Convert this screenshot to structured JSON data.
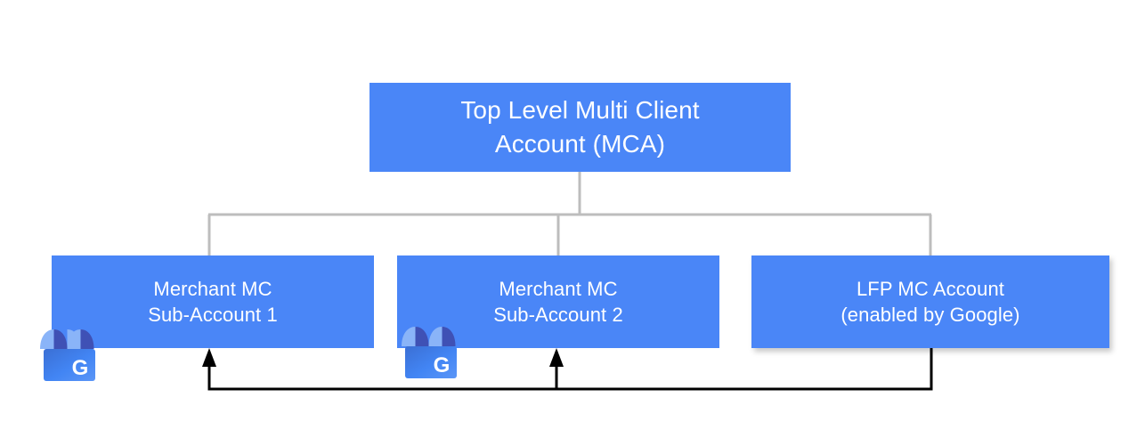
{
  "diagram": {
    "title_semantic": "google-merchant-center-account-hierarchy",
    "colors": {
      "node_fill": "#4a86f7",
      "node_text": "#ffffff",
      "hierarchy_line": "#bdbdbd",
      "feedback_arrow": "#000000",
      "icon_blue": "#4285f4",
      "icon_awning_light": "#8ab4f8",
      "icon_awning_dark": "#3f51b5"
    },
    "nodes": [
      {
        "id": "top",
        "label": "Top Level Multi Client\nAccount (MCA)",
        "line1": "Top Level Multi Client",
        "line2": "Account (MCA)"
      },
      {
        "id": "sub1",
        "label": "Merchant MC\nSub-Account 1",
        "line1": "Merchant MC",
        "line2": "Sub-Account 1",
        "icon": "google-my-business-storefront-icon"
      },
      {
        "id": "sub2",
        "label": "Merchant MC\nSub-Account 2",
        "line1": "Merchant MC",
        "line2": "Sub-Account 2",
        "icon": "google-my-business-storefront-icon"
      },
      {
        "id": "lfp",
        "label": "LFP MC Account\n(enabled by Google)",
        "line1": "LFP MC Account",
        "line2": "(enabled by Google)"
      }
    ],
    "edges": [
      {
        "from": "top",
        "to": "sub1",
        "style": "hierarchy-elbow",
        "color": "#bdbdbd"
      },
      {
        "from": "top",
        "to": "sub2",
        "style": "hierarchy-elbow",
        "color": "#bdbdbd"
      },
      {
        "from": "top",
        "to": "lfp",
        "style": "hierarchy-elbow",
        "color": "#bdbdbd"
      },
      {
        "from": "lfp",
        "to": "sub1",
        "style": "arrow-up",
        "color": "#000000"
      },
      {
        "from": "lfp",
        "to": "sub2",
        "style": "arrow-up",
        "color": "#000000"
      }
    ],
    "icon_letter": "G"
  }
}
